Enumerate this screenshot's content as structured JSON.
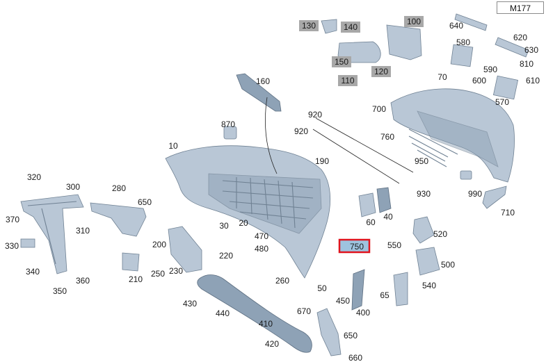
{
  "model": "M177",
  "callouts": [
    {
      "id": "100",
      "style": "gray"
    },
    {
      "id": "130",
      "style": "gray"
    },
    {
      "id": "140",
      "style": "gray"
    },
    {
      "id": "150",
      "style": "gray"
    },
    {
      "id": "120",
      "style": "gray"
    },
    {
      "id": "110",
      "style": "gray"
    },
    {
      "id": "640"
    },
    {
      "id": "620"
    },
    {
      "id": "630"
    },
    {
      "id": "580"
    },
    {
      "id": "810"
    },
    {
      "id": "590"
    },
    {
      "id": "600"
    },
    {
      "id": "610"
    },
    {
      "id": "570"
    },
    {
      "id": "70"
    },
    {
      "id": "700"
    },
    {
      "id": "160"
    },
    {
      "id": "920a",
      "text": "920"
    },
    {
      "id": "920b",
      "text": "920"
    },
    {
      "id": "870"
    },
    {
      "id": "760"
    },
    {
      "id": "10"
    },
    {
      "id": "190"
    },
    {
      "id": "950"
    },
    {
      "id": "990"
    },
    {
      "id": "930"
    },
    {
      "id": "320"
    },
    {
      "id": "300"
    },
    {
      "id": "280"
    },
    {
      "id": "650a",
      "text": "650"
    },
    {
      "id": "710"
    },
    {
      "id": "370"
    },
    {
      "id": "310"
    },
    {
      "id": "30"
    },
    {
      "id": "20"
    },
    {
      "id": "60"
    },
    {
      "id": "40"
    },
    {
      "id": "520"
    },
    {
      "id": "470"
    },
    {
      "id": "200"
    },
    {
      "id": "330"
    },
    {
      "id": "480"
    },
    {
      "id": "750",
      "style": "selected"
    },
    {
      "id": "550"
    },
    {
      "id": "220"
    },
    {
      "id": "500"
    },
    {
      "id": "340"
    },
    {
      "id": "360"
    },
    {
      "id": "250"
    },
    {
      "id": "230"
    },
    {
      "id": "210"
    },
    {
      "id": "260"
    },
    {
      "id": "350"
    },
    {
      "id": "50"
    },
    {
      "id": "540"
    },
    {
      "id": "430"
    },
    {
      "id": "450"
    },
    {
      "id": "65"
    },
    {
      "id": "400"
    },
    {
      "id": "440"
    },
    {
      "id": "670"
    },
    {
      "id": "410"
    },
    {
      "id": "650b",
      "text": "650"
    },
    {
      "id": "420"
    },
    {
      "id": "660"
    }
  ],
  "colors": {
    "part_fill": "#b9c7d6",
    "part_dark": "#8ea2b6",
    "part_stroke": "#6f8193",
    "gray_label_bg": "#a8a8a8",
    "selected_fill": "#9ec3df",
    "selected_border": "#e0141e"
  }
}
